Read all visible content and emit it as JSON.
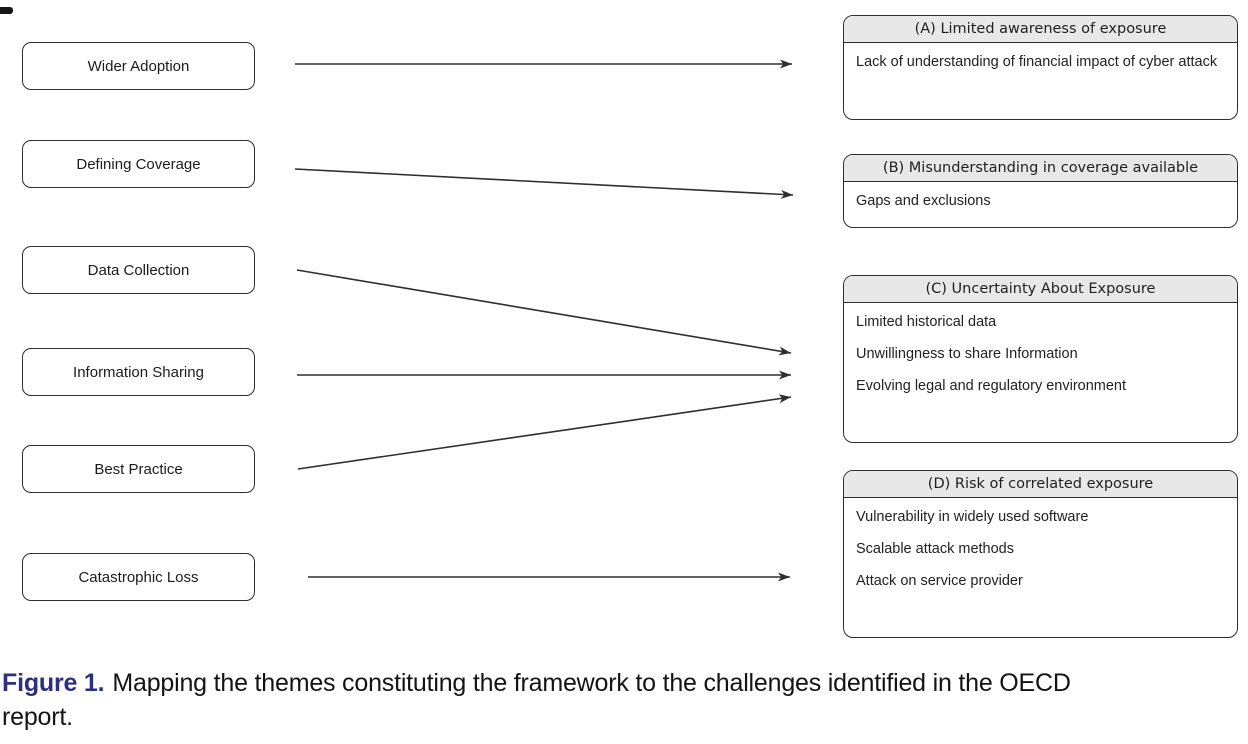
{
  "diagram": {
    "themes": [
      {
        "label": "Wider Adoption"
      },
      {
        "label": "Defining Coverage"
      },
      {
        "label": "Data Collection"
      },
      {
        "label": "Information Sharing"
      },
      {
        "label": "Best Practice"
      },
      {
        "label": "Catastrophic Loss"
      }
    ],
    "challenges": [
      {
        "id": "A",
        "title": "(A) Limited awareness of exposure",
        "items": [
          "Lack of understanding of financial impact of cyber attack"
        ]
      },
      {
        "id": "B",
        "title": "(B) Misunderstanding in coverage available",
        "items": [
          "Gaps and exclusions"
        ]
      },
      {
        "id": "C",
        "title": "(C) Uncertainty About Exposure",
        "items": [
          "Limited historical data",
          "Unwillingness to share Information",
          "Evolving legal and regulatory environment"
        ]
      },
      {
        "id": "D",
        "title": "(D) Risk of correlated exposure",
        "items": [
          "Vulnerability in widely used software",
          "Scalable attack methods",
          "Attack on service provider"
        ]
      }
    ],
    "mappings": [
      {
        "from": "Wider Adoption",
        "to": "A"
      },
      {
        "from": "Defining Coverage",
        "to": "B"
      },
      {
        "from": "Data Collection",
        "to": "C"
      },
      {
        "from": "Information Sharing",
        "to": "C"
      },
      {
        "from": "Best Practice",
        "to": "C"
      },
      {
        "from": "Catastrophic Loss",
        "to": "D"
      }
    ]
  },
  "caption": {
    "label": "Figure 1.",
    "line1": "Mapping the themes constituting the framework to the challenges identified in the OECD",
    "line2": "report."
  },
  "colors": {
    "accent": "#2c2f83",
    "header_bg": "#e8e8e8",
    "line": "#2e2e2e",
    "border": "#2e2e2e"
  }
}
